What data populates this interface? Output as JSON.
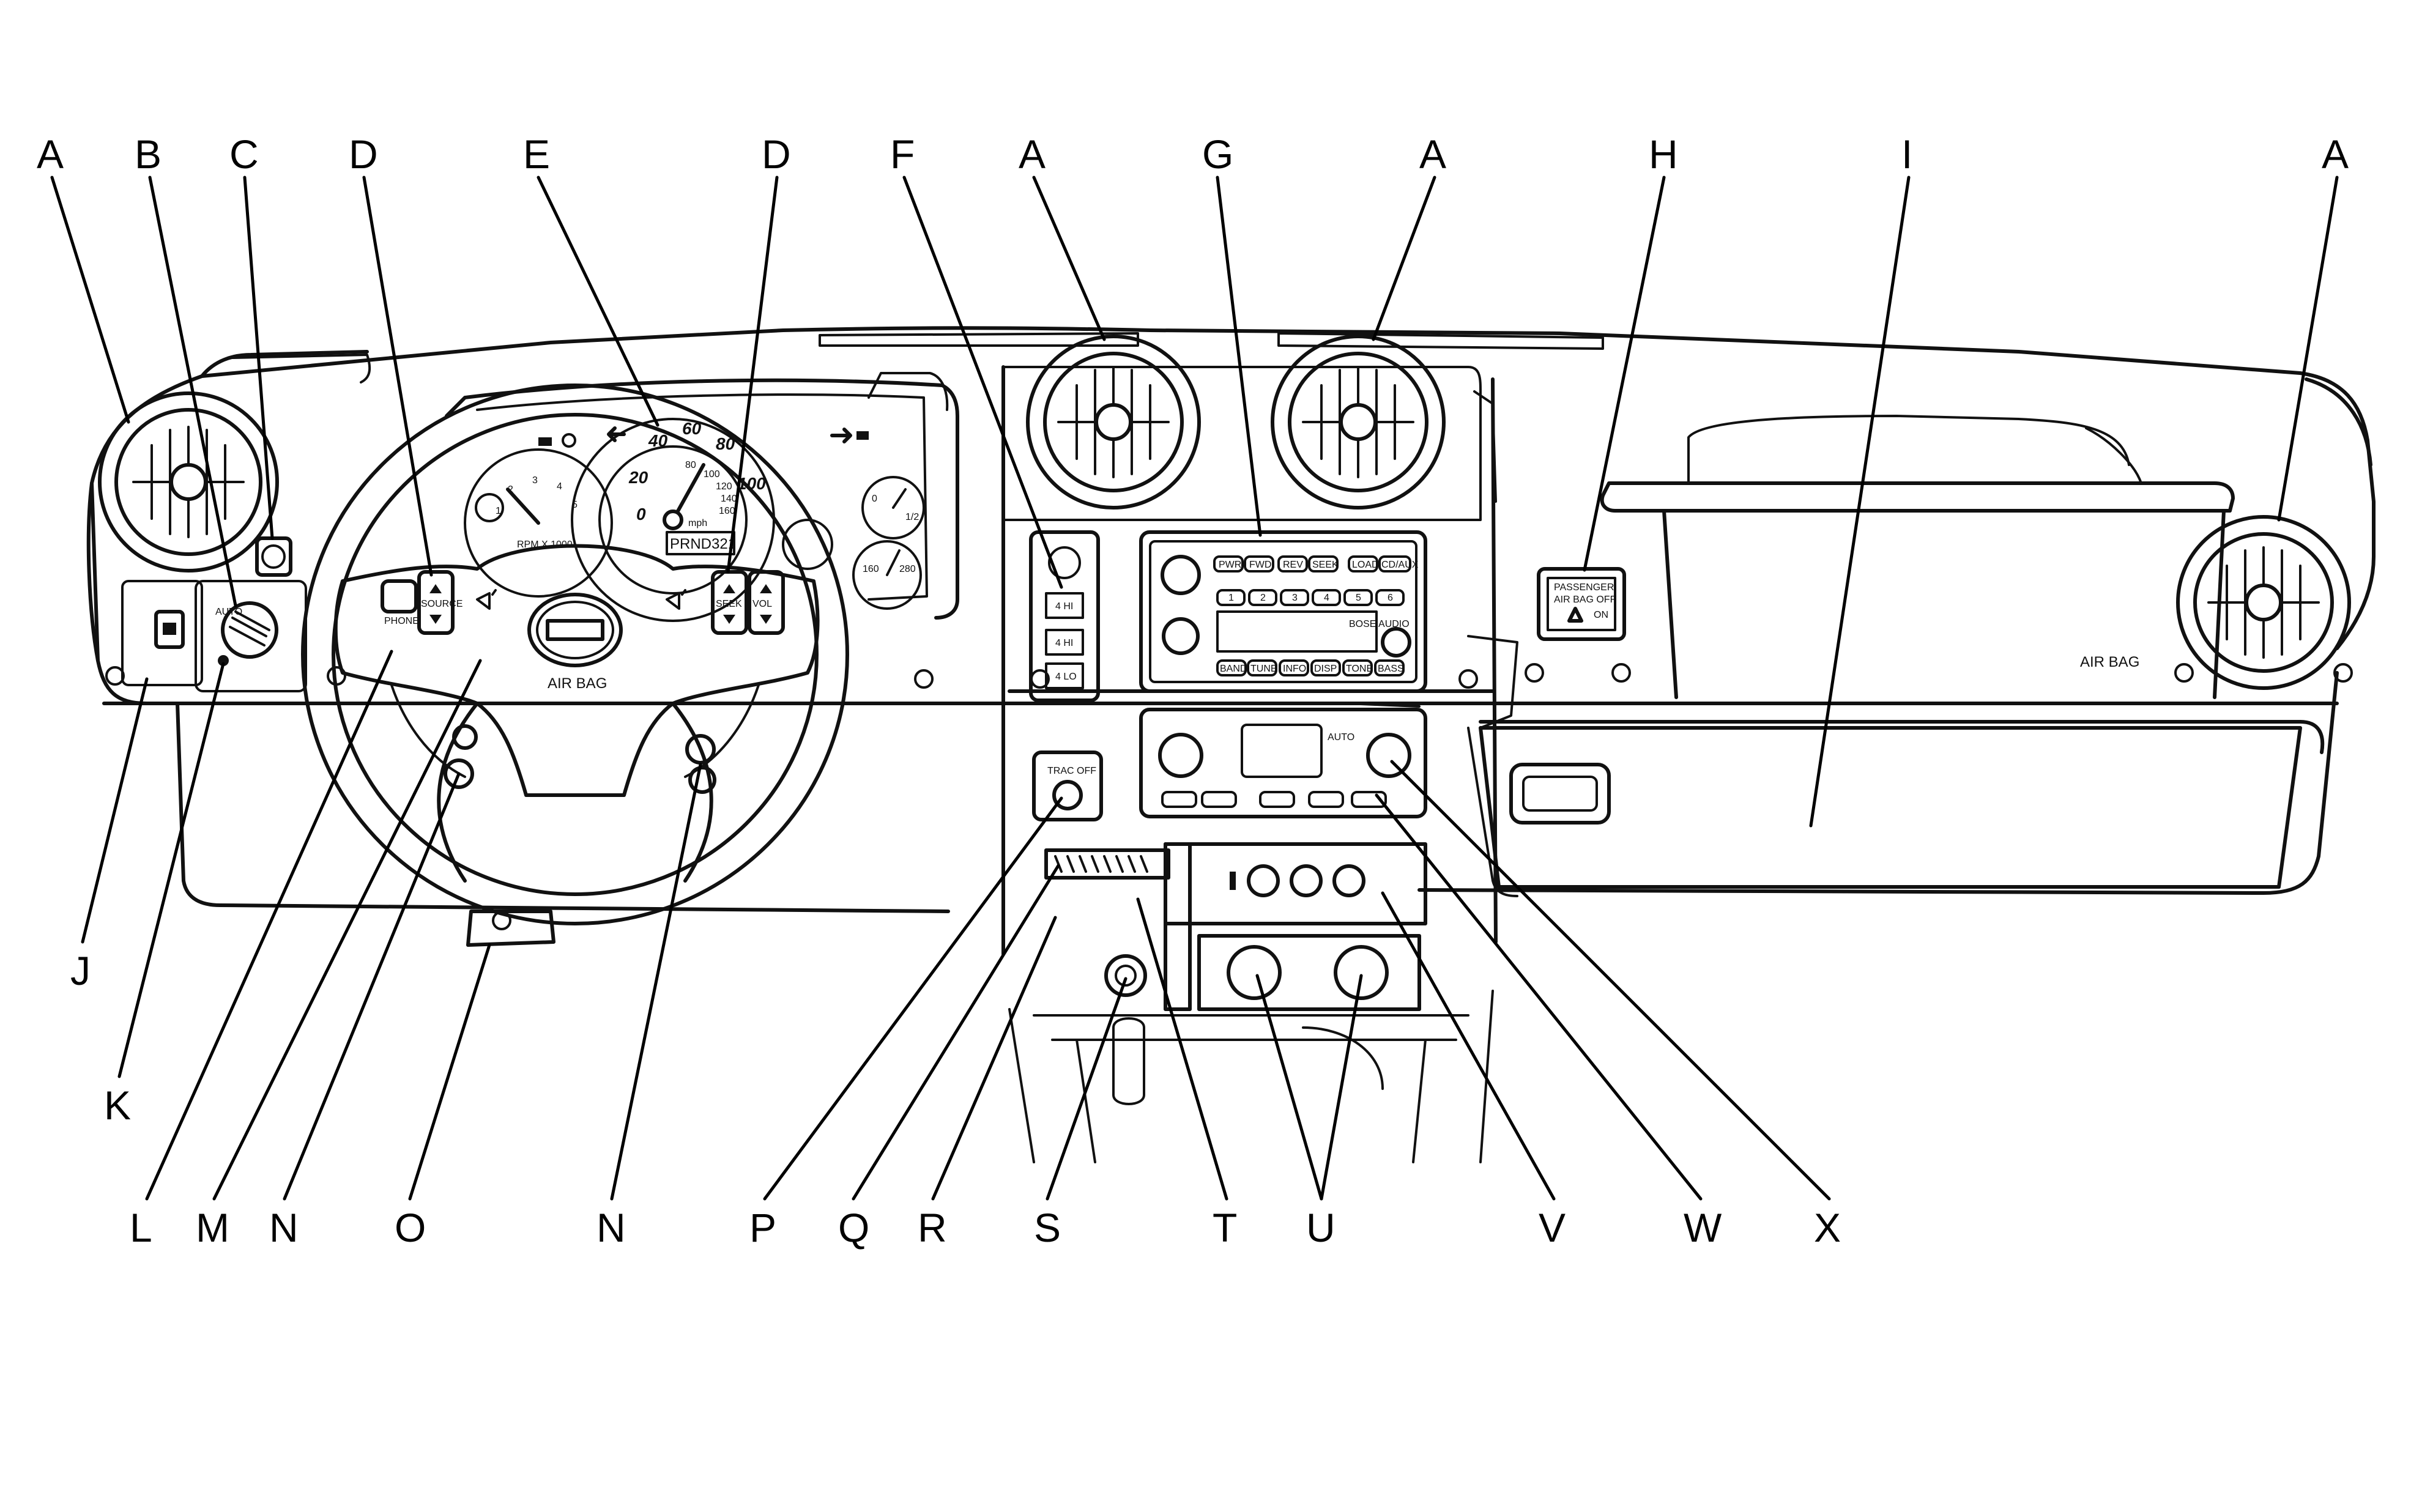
{
  "labels_top": [
    "A",
    "B",
    "C",
    "D",
    "E",
    "D",
    "F",
    "A",
    "G",
    "A",
    "H",
    "I",
    "A"
  ],
  "labels_bottom": [
    "J",
    "K",
    "L",
    "M",
    "N",
    "O",
    "N",
    "P",
    "Q",
    "R",
    "S",
    "T",
    "U",
    "V",
    "W",
    "X"
  ],
  "airbag_text": "AIR BAG",
  "rpm_text": "RPM X 1000",
  "gear_text": "PRND321",
  "speed_unit": "mph",
  "speed_ticks": [
    "0",
    "20",
    "40",
    "60",
    "80",
    "100"
  ],
  "kmh_ticks": [
    "80",
    "100",
    "120",
    "140",
    "160"
  ],
  "rpm_ticks": [
    "1",
    "2",
    "3",
    "4",
    "5"
  ],
  "gauge_ticks": [
    "0",
    "1/2",
    "160",
    "280"
  ],
  "wheel_buttons_left": [
    "PHONE",
    "SOURCE"
  ],
  "wheel_buttons_right": [
    "SEEK",
    "VOL"
  ],
  "passenger_airbag": {
    "line1": "PASSENGER",
    "line2": "AIR BAG OFF",
    "line3": "ON"
  },
  "traction_label": "TRAC OFF",
  "auto_label": "AUTO",
  "radio": {
    "top_buttons": [
      "PWR",
      "FWD",
      "REV",
      "SEEK",
      "LOAD",
      "CD/AUX"
    ],
    "presets": [
      "1",
      "2",
      "3",
      "4",
      "5",
      "6"
    ],
    "bottom_buttons": [
      "BAND",
      "TUNE",
      "INFO",
      "DISP",
      "TONE",
      "BASS"
    ],
    "audio_label": "BOSE AUDIO"
  },
  "transfer_case": [
    "4 HI",
    "4 HI",
    "4 LO"
  ],
  "climate_auto": "AUTO"
}
